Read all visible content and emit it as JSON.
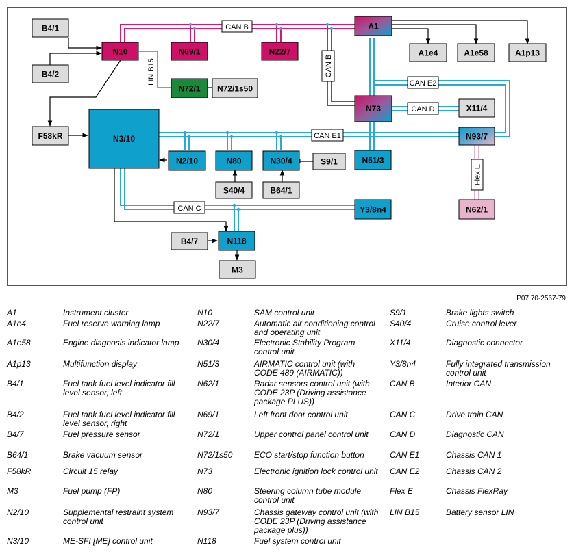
{
  "reference": "P07.70-2567-79",
  "boxes": {
    "B4_1": "B4/1",
    "B4_2": "B4/2",
    "N10": "N10",
    "N69_1": "N69/1",
    "N22_7": "N22/7",
    "A1": "A1",
    "A1e4": "A1e4",
    "A1e58": "A1e58",
    "A1p13": "A1p13",
    "N72_1": "N72/1",
    "N72_1s50": "N72/1s50",
    "N73": "N73",
    "X11_4": "X11/4",
    "F58kR": "F58kR",
    "N3_10": "N3/10",
    "N93_7": "N93/7",
    "N2_10": "N2/10",
    "N80": "N80",
    "N30_4": "N30/4",
    "S9_1": "S9/1",
    "N51_3": "N51/3",
    "S40_4": "S40/4",
    "B64_1": "B64/1",
    "N62_1": "N62/1",
    "Y3_8n4": "Y3/8n4",
    "B4_7": "B4/7",
    "N118": "N118",
    "M3": "M3"
  },
  "buses": {
    "can_b_top": "CAN B",
    "can_b_vertical": "CAN B",
    "lin_b15": "LIN B15",
    "can_e2": "CAN E2",
    "can_d": "CAN D",
    "can_e1": "CAN E1",
    "flex_e": "Flex E",
    "can_c": "CAN C"
  },
  "colors": {
    "can_b": "#d4196e",
    "chassis_blue": "#2aa8d8",
    "gray_box": "#dcdcdc",
    "magenta_box": "#cc1166",
    "blue_box": "#0fa0cc",
    "green_box": "#1a8a3a",
    "lin": "#22aa44",
    "flex": "#e8b4cc",
    "pink_box": "#e8b4cc"
  },
  "legend": [
    [
      {
        "code": "A1",
        "desc": "Instrument cluster"
      },
      {
        "code": "A1e4",
        "desc": "Fuel reserve warning lamp"
      },
      {
        "code": "A1e58",
        "desc": "Engine diagnosis indicator lamp"
      },
      {
        "code": "A1p13",
        "desc": "Multifunction display"
      },
      {
        "code": "B4/1",
        "desc": "Fuel tank fuel level indicator fill level sensor, left"
      },
      {
        "code": "B4/2",
        "desc": "Fuel tank fuel level indicator fill level sensor, right"
      },
      {
        "code": "B4/7",
        "desc": "Fuel pressure sensor"
      },
      {
        "code": "B64/1",
        "desc": "Brake vacuum sensor"
      },
      {
        "code": "F58kR",
        "desc": "Circuit 15 relay"
      },
      {
        "code": "M3",
        "desc": "Fuel pump (FP)"
      },
      {
        "code": "N2/10",
        "desc": "Supplemental restraint system control unit"
      },
      {
        "code": "N3/10",
        "desc": "ME-SFI [ME] control unit"
      }
    ],
    [
      {
        "code": "N10",
        "desc": "SAM control unit"
      },
      {
        "code": "N22/7",
        "desc": "Automatic air conditioning control and operating unit"
      },
      {
        "code": "N30/4",
        "desc": "Electronic Stability Program control unit"
      },
      {
        "code": "N51/3",
        "desc": "AIRMATIC control unit (with CODE 489 (AIRMATIC))"
      },
      {
        "code": "N62/1",
        "desc": "Radar sensors control unit (with CODE 23P (Driving assistance package PLUS))"
      },
      {
        "code": "N69/1",
        "desc": "Left front door control unit"
      },
      {
        "code": "N72/1",
        "desc": "Upper control panel control unit"
      },
      {
        "code": "N72/1s50",
        "desc": "ECO start/stop function button"
      },
      {
        "code": "N73",
        "desc": "Electronic ignition lock control unit"
      },
      {
        "code": "N80",
        "desc": "Steering column tube module control unit"
      },
      {
        "code": "N93/7",
        "desc": "Chassis gateway control unit (with CODE 23P (Driving assistance package plus))"
      },
      {
        "code": "N118",
        "desc": "Fuel system control unit"
      }
    ],
    [
      {
        "code": "S9/1",
        "desc": "Brake lights switch"
      },
      {
        "code": "S40/4",
        "desc": "Cruise control lever"
      },
      {
        "code": "X11/4",
        "desc": "Diagnostic connector"
      },
      {
        "code": "Y3/8n4",
        "desc": "Fully integrated transmission control unit"
      },
      {
        "code": "CAN B",
        "desc": "Interior CAN"
      },
      {
        "code": "CAN C",
        "desc": "Drive train CAN"
      },
      {
        "code": "CAN D",
        "desc": "Diagnostic CAN"
      },
      {
        "code": "CAN E1",
        "desc": "Chassis CAN 1"
      },
      {
        "code": "CAN E2",
        "desc": "Chassis CAN 2"
      },
      {
        "code": "Flex E",
        "desc": "Chassis FlexRay"
      },
      {
        "code": "LIN B15",
        "desc": "Battery sensor LIN"
      }
    ]
  ]
}
